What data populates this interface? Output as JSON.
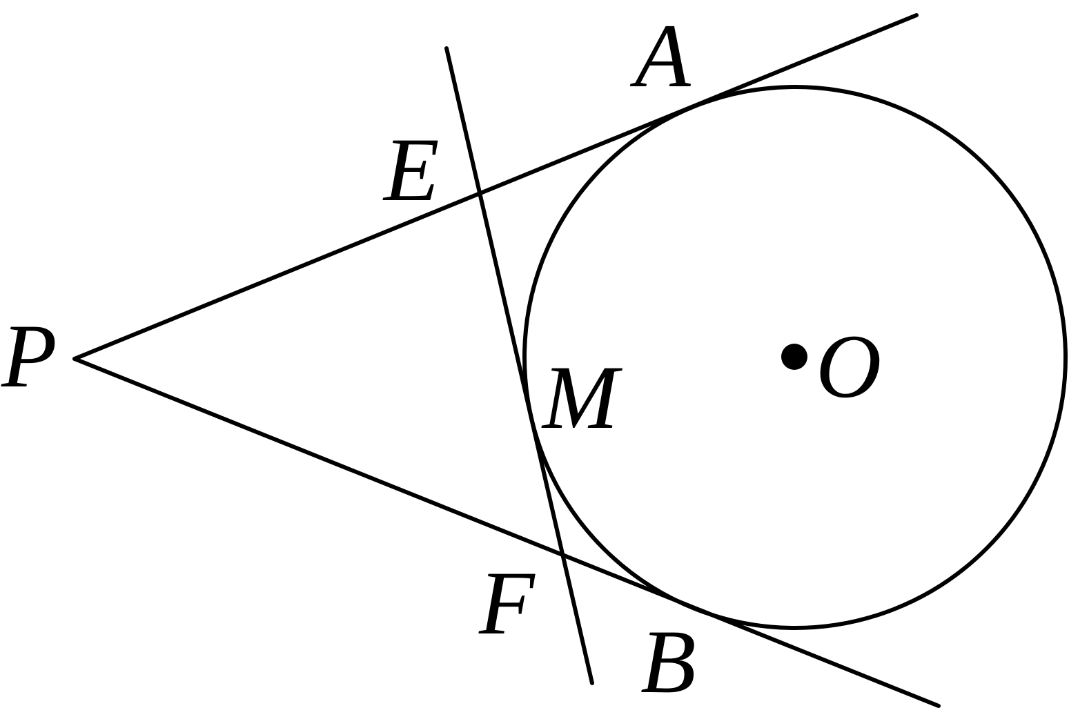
{
  "diagram": {
    "labels": {
      "A": "A",
      "E": "E",
      "P": "P",
      "M": "M",
      "O": "O",
      "F": "F",
      "B": "B"
    },
    "colors": {
      "stroke": "#000000",
      "background": "#ffffff"
    }
  }
}
